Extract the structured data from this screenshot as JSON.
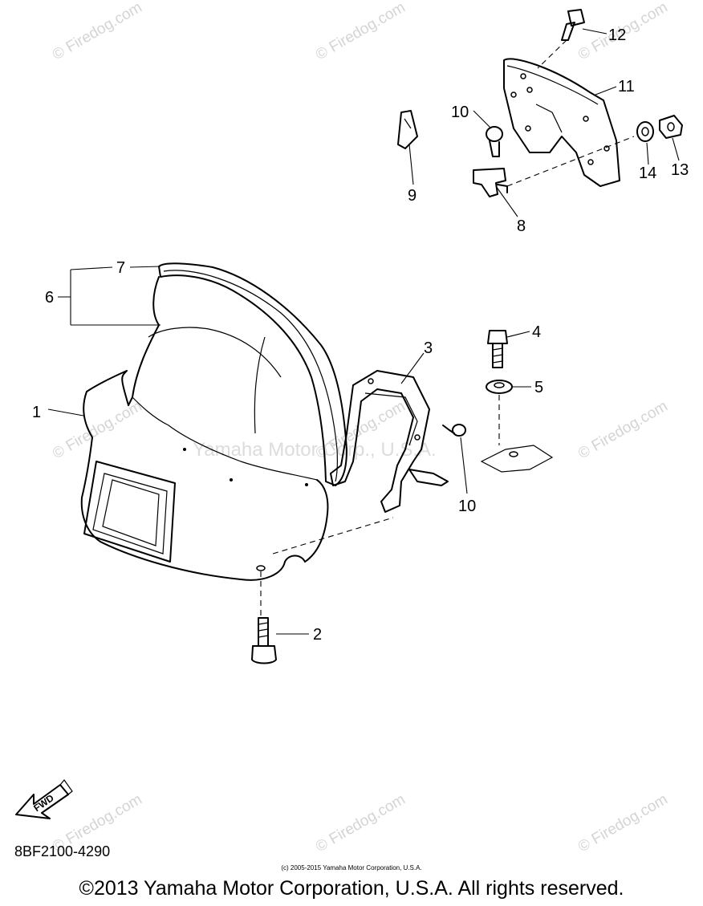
{
  "labels": {
    "l1": "1",
    "l2": "2",
    "l3": "3",
    "l4": "4",
    "l5": "5",
    "l6": "6",
    "l7": "7",
    "l8": "8",
    "l9": "9",
    "l10a": "10",
    "l10b": "10",
    "l11": "11",
    "l12": "12",
    "l13": "13",
    "l14": "14"
  },
  "fwd_label": "FWD",
  "watermarks": {
    "brand": "© Firedog.com",
    "center": "Yamaha Motor Corp., U.S.A."
  },
  "footer": {
    "part_code": "8BF2100-4290",
    "small_copyright": "(c) 2005-2015 Yamaha Motor Corporation, U.S.A.",
    "copyright": "©2013 Yamaha Motor Corporation, U.S.A. All rights reserved."
  }
}
